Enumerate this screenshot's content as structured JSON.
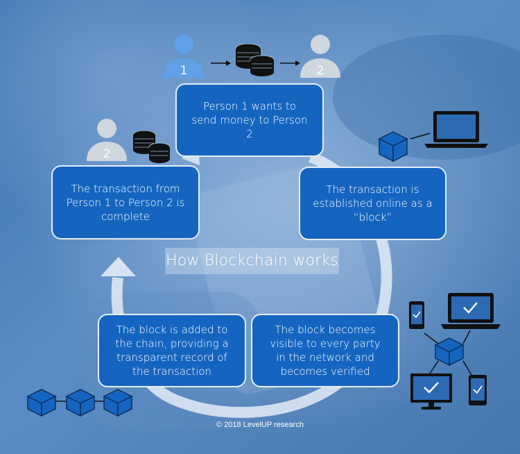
{
  "title": "How Blockchain works",
  "steps": [
    "Person 1 wants to send money to Person 2",
    "The transaction is established online as a “block”",
    "The block becomes visible to every party in the network and becomes verified",
    "The block is added to the chain, providing a transparent record of the transaction",
    "The transaction from Person 1 to Person 2 is complete"
  ],
  "person_labels": {
    "sender": "1",
    "receiver": "2",
    "complete": "2"
  },
  "footer": "© 2018 LevelUP research",
  "colors": {
    "box_fill": "#1565c0",
    "box_border": "#e6eef8",
    "cube": "#1565c0",
    "device": "#111111",
    "check": "#1e63b8",
    "person_sender": "#5fa0e6",
    "person_other": "#d0d6de",
    "cycle_arrow": "#dde7f3"
  },
  "icons": [
    "person-icon",
    "coins-icon",
    "laptop-icon",
    "cube-icon",
    "monitor-icon",
    "phone-icon",
    "check-icon"
  ]
}
